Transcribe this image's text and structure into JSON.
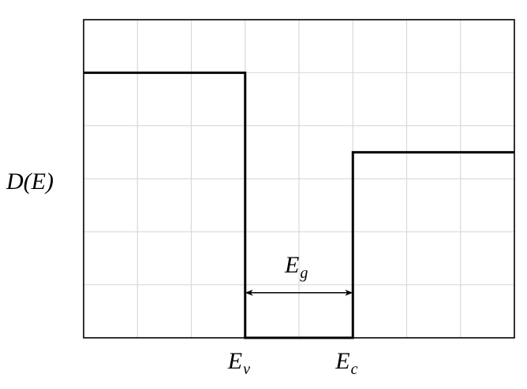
{
  "chart_data": {
    "type": "line",
    "title": "",
    "xlabel": "",
    "ylabel": "D(E)",
    "ylabel_parts": {
      "base": "D(",
      "var": "E",
      "close": ")"
    },
    "grid": true,
    "xlim": [
      0,
      8
    ],
    "ylim": [
      0,
      6
    ],
    "x_ticks": [
      {
        "x": 3,
        "main": "E",
        "sub": "v"
      },
      {
        "x": 5,
        "main": "E",
        "sub": "c"
      }
    ],
    "series": [
      {
        "x": [
          0,
          3,
          3,
          5,
          5,
          8
        ],
        "y": [
          5,
          5,
          0,
          0,
          3.5,
          3.5
        ]
      }
    ],
    "annotations": [
      {
        "type": "double-arrow",
        "x_start": 3,
        "x_end": 5,
        "y": 0.85,
        "main": "E",
        "sub": "g"
      }
    ]
  }
}
